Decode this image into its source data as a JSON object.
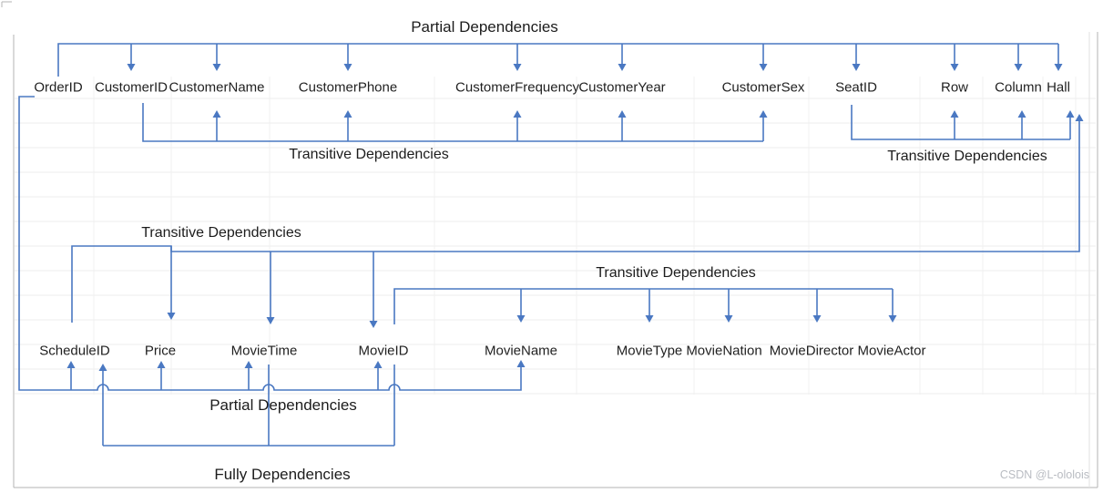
{
  "labels": {
    "partial_top": "Partial Dependencies",
    "transitive_customer": "Transitive Dependencies",
    "transitive_seat": "Transitive Dependencies",
    "transitive_schedule": "Transitive Dependencies",
    "transitive_movie": "Transitive Dependencies",
    "partial_bottom": "Partial Dependencies",
    "fully_bottom": "Fully Dependencies",
    "watermark": "CSDN @L-ololois"
  },
  "attributes": {
    "top_row": [
      "OrderID",
      "CustomerID",
      "CustomerName",
      "CustomerPhone",
      "CustomerFrequency",
      "CustomerYear",
      "CustomerSex",
      "SeatID",
      "Row",
      "Column",
      "Hall"
    ],
    "bottom_row": [
      "ScheduleID",
      "Price",
      "MovieTime",
      "MovieID",
      "MovieName",
      "MovieType",
      "MovieNation",
      "MovieDirector",
      "MovieActor"
    ]
  },
  "dependencies": [
    {
      "type": "partial",
      "label": "Partial Dependencies",
      "from": [
        "OrderID"
      ],
      "to": [
        "CustomerID",
        "CustomerName",
        "CustomerPhone",
        "CustomerFrequency",
        "CustomerYear",
        "CustomerSex",
        "SeatID",
        "Row",
        "Column",
        "Hall"
      ]
    },
    {
      "type": "transitive",
      "label": "Transitive Dependencies",
      "from": [
        "CustomerID"
      ],
      "to": [
        "CustomerName",
        "CustomerPhone",
        "CustomerFrequency",
        "CustomerYear",
        "CustomerSex"
      ]
    },
    {
      "type": "transitive",
      "label": "Transitive Dependencies",
      "from": [
        "SeatID"
      ],
      "to": [
        "Row",
        "Column",
        "Hall"
      ]
    },
    {
      "type": "transitive",
      "label": "Transitive Dependencies",
      "from": [
        "ScheduleID"
      ],
      "to": [
        "Price",
        "MovieTime",
        "MovieID",
        "Hall"
      ]
    },
    {
      "type": "transitive",
      "label": "Transitive Dependencies",
      "from": [
        "MovieID"
      ],
      "to": [
        "MovieName",
        "MovieType",
        "MovieNation",
        "MovieDirector",
        "MovieActor"
      ]
    },
    {
      "type": "partial",
      "label": "Partial Dependencies",
      "from": [
        "OrderID"
      ],
      "to": [
        "ScheduleID",
        "Price",
        "MovieTime",
        "MovieID",
        "MovieName"
      ]
    },
    {
      "type": "fully",
      "label": "Fully Dependencies",
      "from": [
        "MovieTime",
        "MovieID"
      ],
      "to": [
        "ScheduleID"
      ]
    }
  ],
  "colors": {
    "connector": "#4a78c2",
    "text": "#1f1f1f",
    "grid_h": "#ececec",
    "grid_v": "#f0f0f0",
    "border": "#b3b3b3",
    "border_light": "#e2e2e2",
    "watermark": "#b9bcc2"
  }
}
